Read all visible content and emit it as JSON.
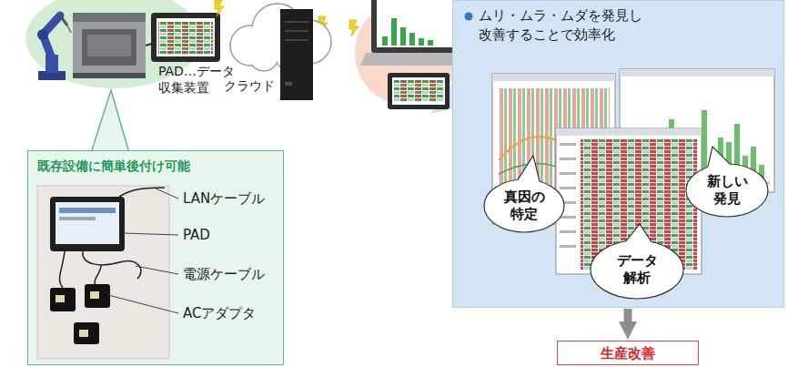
{
  "diagram": {
    "nodes": [
      {
        "text": [
          "PAD…データ収集装置"
        ]
      },
      {
        "text": [
          "クラウド"
        ]
      },
      {
        "text": [
          "既存設備に簡単後付け可能"
        ]
      },
      {
        "text": [
          "ムリ・ムラ・ムダを発見し 改善することで効率化"
        ]
      },
      {
        "text": [
          "真因の 特定"
        ],
        "in": 3
      },
      {
        "text": [
          "データ 解析"
        ],
        "in": 3
      },
      {
        "text": [
          "新しい 発見"
        ],
        "in": 3
      },
      {
        "text": [
          "生産改善"
        ]
      }
    ],
    "edges": [
      {
        "from": 3,
        "to": 7,
        "arrow": "to"
      }
    ],
    "labels": [
      "LANケーブル",
      "PAD",
      "電源ケーブル",
      "ACアダプタ"
    ]
  }
}
